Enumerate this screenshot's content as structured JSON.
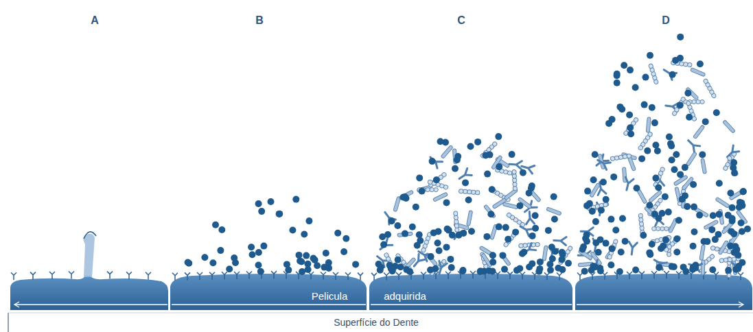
{
  "diagram": {
    "labels": [
      "A",
      "B",
      "C",
      "D",
      "Pelicula",
      "adquirida",
      "Superfície do Dente"
    ]
  }
}
